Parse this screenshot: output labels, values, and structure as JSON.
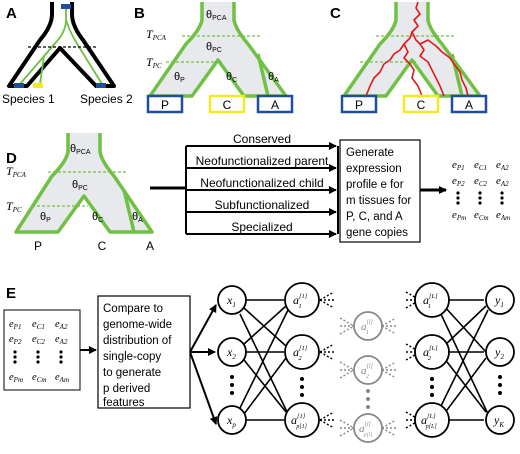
{
  "panel_letters": [
    "A",
    "B",
    "C",
    "D",
    "E"
  ],
  "panel_a": {
    "species_left": "Species 1",
    "species_right": "Species 2"
  },
  "tree": {
    "theta_pca": "θ",
    "theta_pca_sub": "PCA",
    "theta_pc": "θ",
    "theta_pc_sub": "PC",
    "theta_p": "θ",
    "theta_p_sub": "P",
    "theta_c": "θ",
    "theta_c_sub": "C",
    "theta_a": "θ",
    "theta_a_sub": "A",
    "t_pca": "T",
    "t_pca_sub": "PCA",
    "t_pc": "T",
    "t_pc_sub": "PC",
    "leaf_p": "P",
    "leaf_c": "C",
    "leaf_a": "A"
  },
  "colors": {
    "branch": "#6fc043",
    "trace": "#e0191a",
    "fill": "#e8e9ed",
    "leaf_p": "#1f4e9c",
    "leaf_c": "#f2ea23",
    "leaf_a": "#1f4e9c"
  },
  "scenarios": [
    "Conserved",
    "Neofunctionalized parent",
    "Neofunctionalized child",
    "Subfunctionalized",
    "Specialized"
  ],
  "generate_box": [
    "Generate",
    "expression",
    "profile e for",
    "m tissues for",
    "P, C, and A",
    "gene copies"
  ],
  "profile": {
    "row1": [
      "e",
      "P1",
      "e",
      "C1",
      "e",
      "A2"
    ],
    "row2": [
      "e",
      "P2",
      "e",
      "C2",
      "e",
      "A2"
    ],
    "rowm": [
      "e",
      "Pm",
      "e",
      "Cm",
      "e",
      "Am"
    ]
  },
  "compare_box": [
    "Compare to",
    "genome-wide",
    "distribution of",
    "single-copy",
    "to generate",
    "p derived",
    "features"
  ],
  "network": {
    "input": [
      [
        "x",
        "1"
      ],
      [
        "x",
        "2"
      ],
      [
        "x",
        "p"
      ]
    ],
    "hidden1": [
      [
        "a",
        "1",
        "[1]"
      ],
      [
        "a",
        "2",
        "[1]"
      ],
      [
        "a",
        "p[1]",
        "[1]"
      ]
    ],
    "hiddenl": [
      [
        "a",
        "1",
        "[l]"
      ],
      [
        "a",
        "2",
        "[l]"
      ],
      [
        "a",
        "p[l]",
        "[l]"
      ]
    ],
    "hiddenL": [
      [
        "a",
        "1",
        "[L]"
      ],
      [
        "a",
        "2",
        "[L]"
      ],
      [
        "a",
        "p[L]",
        "[L]"
      ]
    ],
    "output": [
      [
        "y",
        "1"
      ],
      [
        "y",
        "2"
      ],
      [
        "y",
        "K"
      ]
    ]
  }
}
